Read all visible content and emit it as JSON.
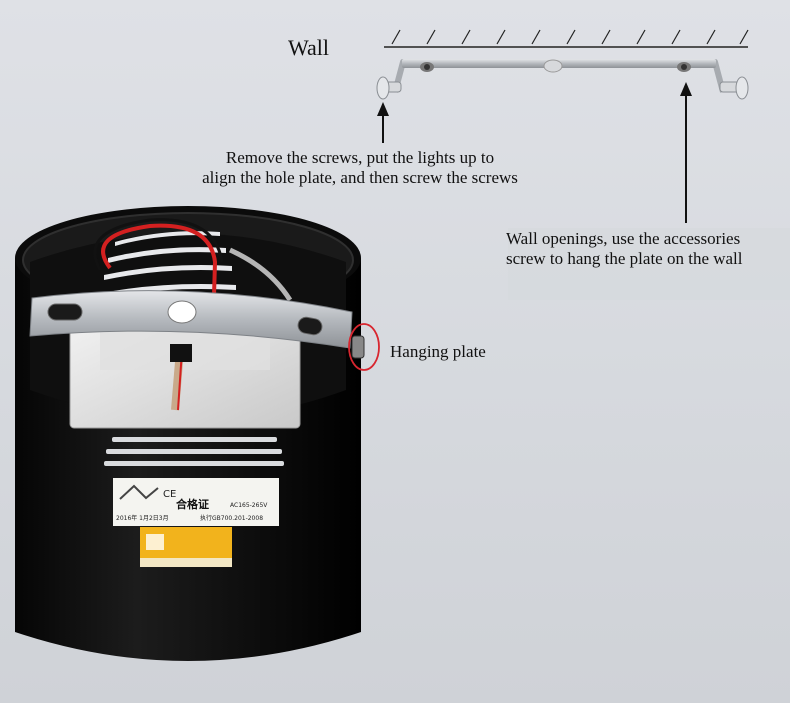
{
  "labels": {
    "wall": "Wall",
    "screws_note": {
      "line1": "Remove the screws, put the lights up to",
      "line2": "align the hole plate, and then screw the screws"
    },
    "wall_openings_note": {
      "line1": "Wall openings, use the accessories",
      "line2": "screw to hang the plate on the wall"
    },
    "hanging_plate": "Hanging plate"
  },
  "certificate_label": {
    "marks": "CE",
    "title": "合格证",
    "voltage": "AC165-265V",
    "date": "2016年 1月2日3月",
    "standard": "执行GB700.201-2008"
  },
  "colors": {
    "background": "#dcdfe4",
    "lamp_body": "#111111",
    "bracket": "#b9bdc2",
    "callout_circle": "#d8262f",
    "text": "#111111"
  }
}
